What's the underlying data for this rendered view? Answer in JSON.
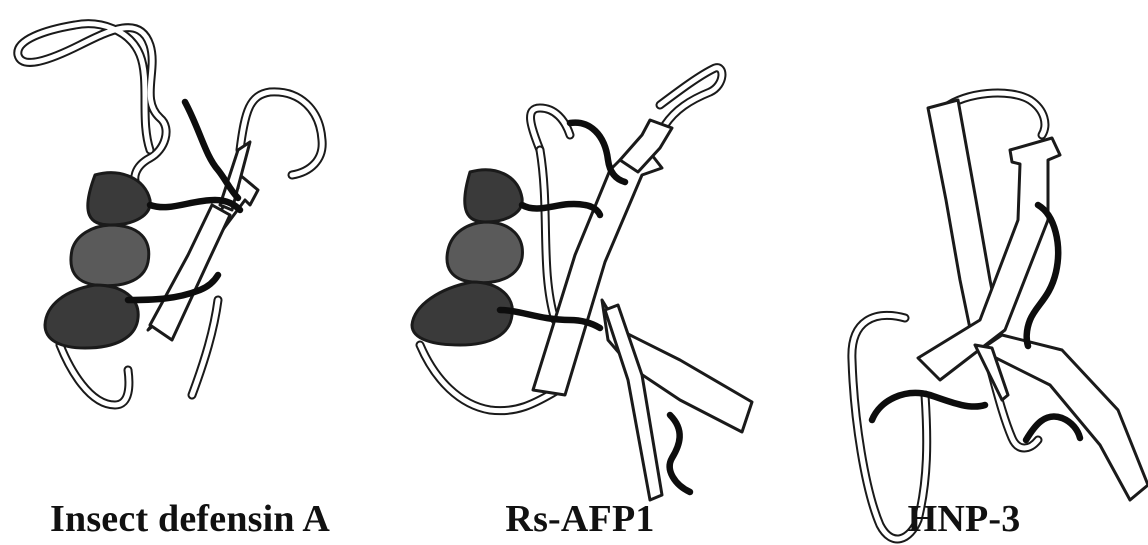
{
  "structures": [
    {
      "label": "Insect defensin A"
    },
    {
      "label": "Rs-AFP1"
    },
    {
      "label": "HNP-3"
    }
  ]
}
